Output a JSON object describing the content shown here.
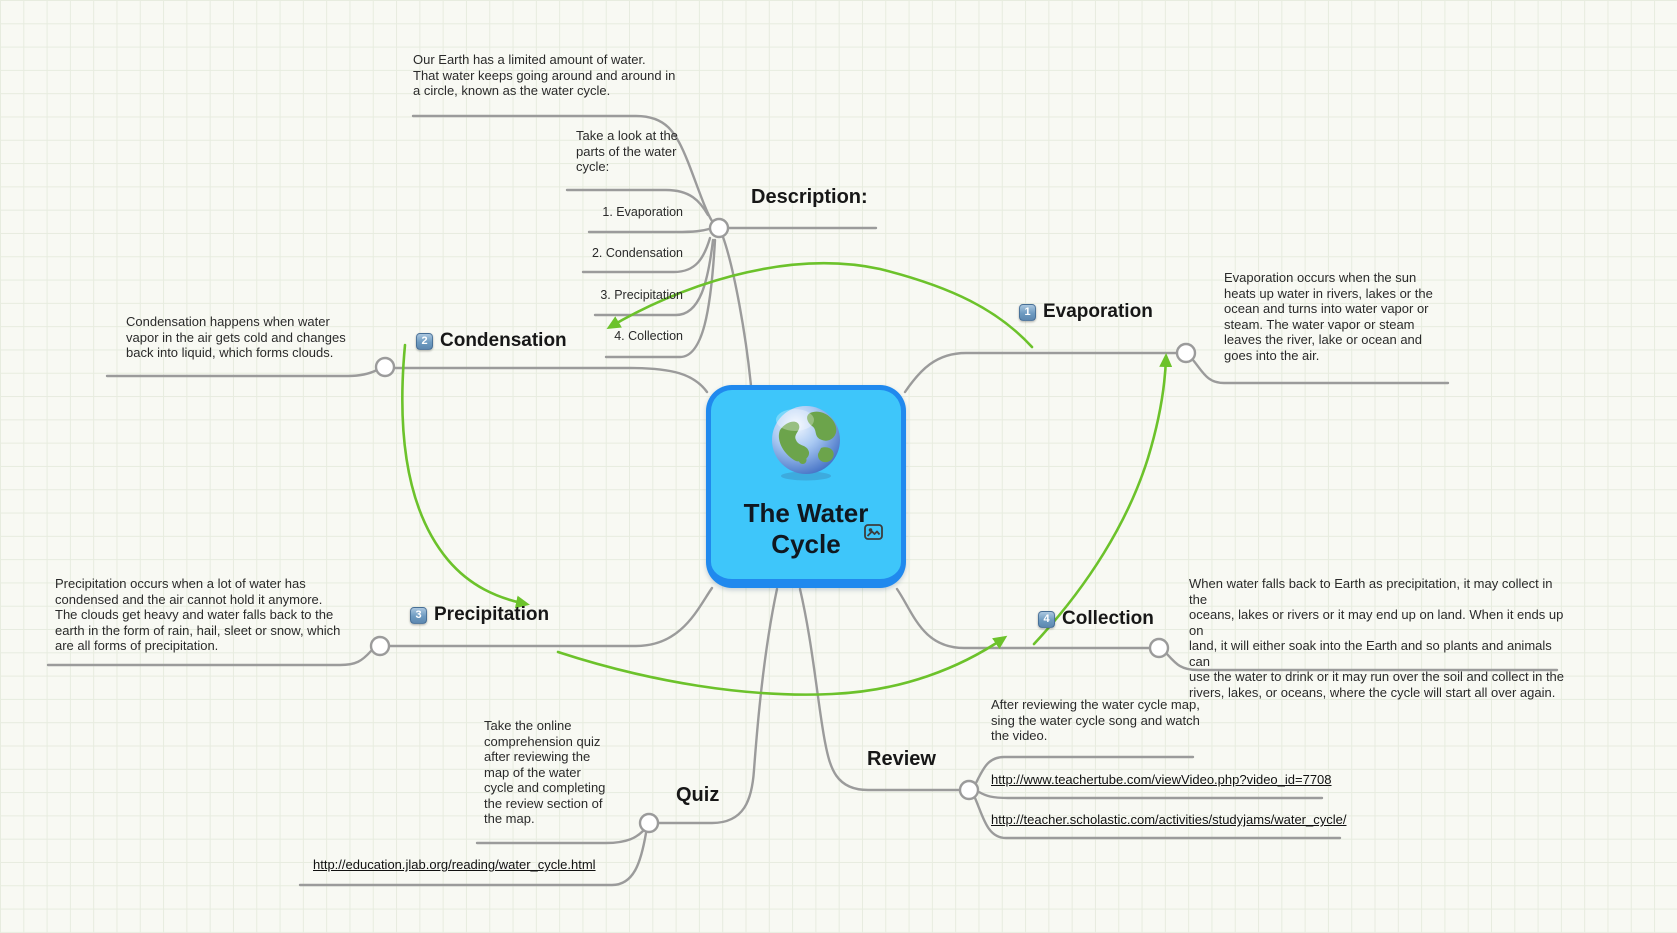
{
  "app": {
    "name": "The Water Cycle mind map"
  },
  "center": {
    "title": "The Water Cycle"
  },
  "description": {
    "label": "Description:",
    "note": "Our Earth has a limited amount of water.\nThat water keeps going around and around in\na circle, known as the water cycle.",
    "intro": "Take a look at the\nparts of the water\ncycle:",
    "items": [
      "1. Evaporation",
      "2. Condensation",
      "3. Precipitation",
      "4. Collection"
    ]
  },
  "topics": {
    "evaporation": {
      "badge": "1",
      "label": "Evaporation",
      "note": "Evaporation occurs when the sun\nheats up water in rivers, lakes or the\nocean and turns into water vapor or\nsteam. The water vapor or steam\nleaves the river, lake or ocean and\ngoes into the air."
    },
    "condensation": {
      "badge": "2",
      "label": "Condensation",
      "note": "Condensation happens when water\nvapor in the air gets cold and changes\nback into liquid, which forms clouds."
    },
    "precipitation": {
      "badge": "3",
      "label": "Precipitation",
      "note": "Precipitation occurs when a lot of water has\ncondensed and the air cannot hold it anymore.\nThe clouds get heavy and water falls back to the\nearth in the form of rain, hail, sleet or snow, which\nare all forms of precipitation."
    },
    "collection": {
      "badge": "4",
      "label": "Collection",
      "note": "When water falls back to Earth as precipitation, it may collect in the\noceans, lakes or rivers or it may end up on land.  When it ends up on\nland, it will either soak into the Earth and so plants and animals can\nuse the water to drink or it may run over the soil and collect in the\nrivers, lakes, or oceans, where the cycle will start all over again."
    }
  },
  "review": {
    "label": "Review",
    "note": "After reviewing the water cycle map,\nsing the water cycle song and watch\nthe video.",
    "links": [
      "http://www.teachertube.com/viewVideo.php?video_id=7708",
      "http://teacher.scholastic.com/activities/studyjams/water_cycle/"
    ]
  },
  "quiz": {
    "label": "Quiz",
    "note": "Take the online\ncomprehension quiz\nafter reviewing the\nmap of the water\ncycle and completing\nthe review section of\nthe map.",
    "link": "http://education.jlab.org/reading/water_cycle.html"
  },
  "colors": {
    "center_fill": "#3ec6fa",
    "center_border": "#2089ee",
    "branch": "#9b9b9b",
    "cycle_arrow": "#6cc22b"
  }
}
